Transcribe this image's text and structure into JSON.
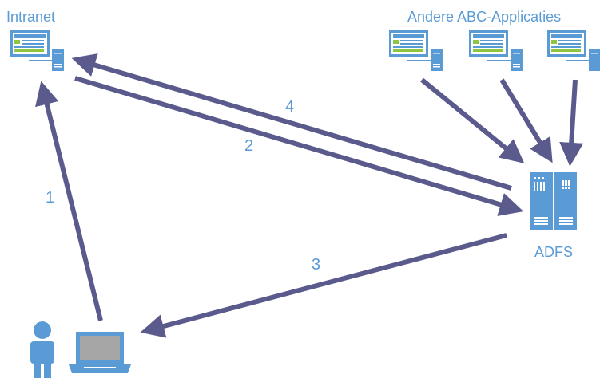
{
  "labels": {
    "intranet": "Intranet",
    "apps": "Andere ABC-Applicaties",
    "adfs": "ADFS"
  },
  "steps": [
    "1",
    "2",
    "3",
    "4"
  ],
  "colors": {
    "arrow": "#5a5a8c",
    "icon_blue": "#5b9bd5",
    "icon_green": "#8ec63f",
    "laptop_screen": "#a6a6a6"
  }
}
